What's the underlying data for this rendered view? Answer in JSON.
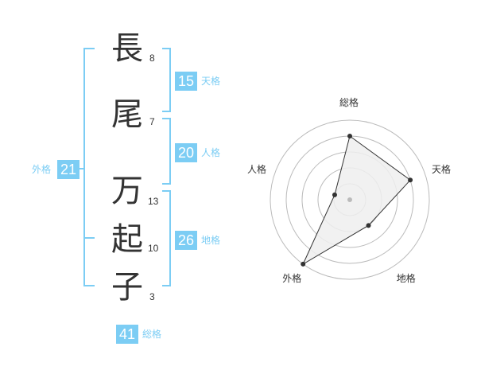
{
  "name": {
    "chars": [
      {
        "char": "長",
        "strokes": "8"
      },
      {
        "char": "尾",
        "strokes": "7"
      },
      {
        "char": "万",
        "strokes": "13"
      },
      {
        "char": "起",
        "strokes": "10"
      },
      {
        "char": "子",
        "strokes": "3"
      }
    ]
  },
  "kaku": {
    "ten": {
      "value": "15",
      "label": "天格"
    },
    "jin": {
      "value": "20",
      "label": "人格"
    },
    "chi": {
      "value": "26",
      "label": "地格"
    },
    "gai": {
      "value": "21",
      "label": "外格"
    },
    "sou": {
      "value": "41",
      "label": "総格"
    }
  },
  "colors": {
    "accent": "#7ccdf4",
    "text": "#333333",
    "grid": "#bbbbbb",
    "fill": "#eeeeee"
  },
  "chart_data": {
    "type": "radar",
    "axes": [
      "総格",
      "天格",
      "地格",
      "外格",
      "人格"
    ],
    "values": [
      4,
      4,
      2,
      5,
      1
    ],
    "max": 5
  }
}
